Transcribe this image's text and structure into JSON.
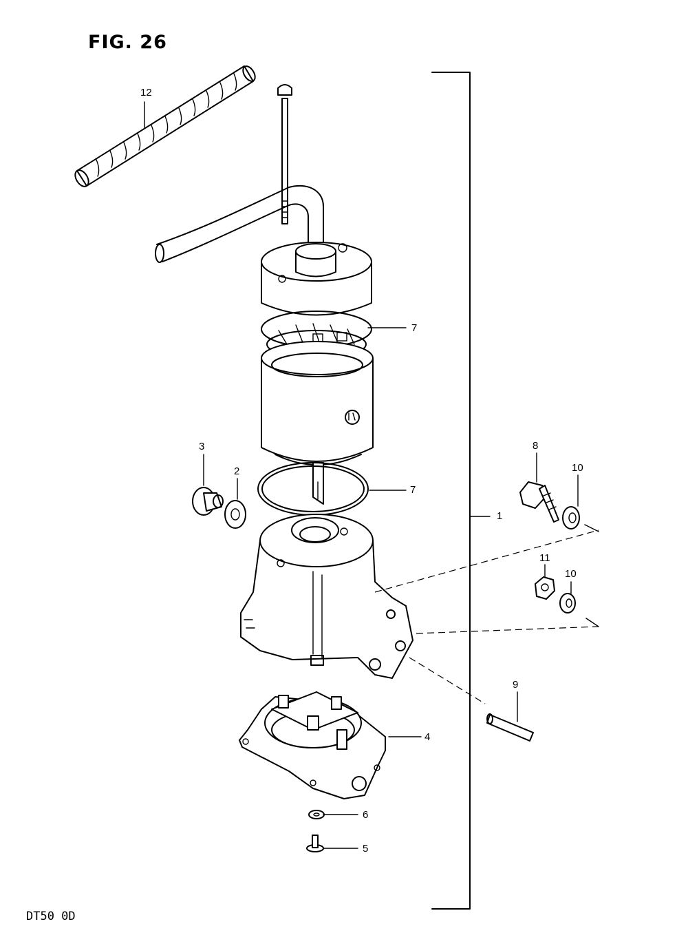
{
  "figure": {
    "title": "FIG. 26",
    "model_code": "DT50 0D"
  },
  "callouts": [
    {
      "id": "c12",
      "text": "12"
    },
    {
      "id": "c7",
      "text": "7"
    },
    {
      "id": "c3",
      "text": "3"
    },
    {
      "id": "c2",
      "text": "2"
    },
    {
      "id": "c7b",
      "text": "7"
    },
    {
      "id": "c1",
      "text": "1"
    },
    {
      "id": "c8",
      "text": "8"
    },
    {
      "id": "c10a",
      "text": "10"
    },
    {
      "id": "c11",
      "text": "11"
    },
    {
      "id": "c10b",
      "text": "10"
    },
    {
      "id": "c9",
      "text": "9"
    },
    {
      "id": "c4",
      "text": "4"
    },
    {
      "id": "c6",
      "text": "6"
    },
    {
      "id": "c5",
      "text": "5"
    }
  ]
}
